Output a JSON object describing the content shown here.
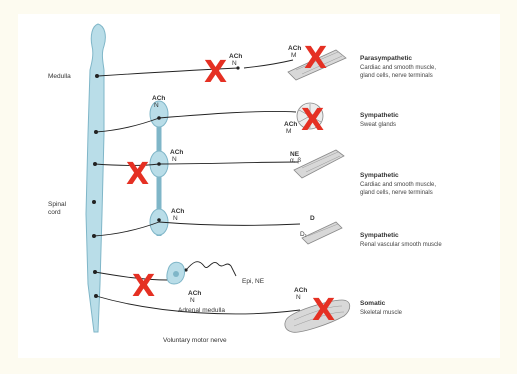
{
  "labels": {
    "medulla": "Medulla",
    "spinal_cord_1": "Spinal",
    "spinal_cord_2": "cord",
    "adrenal": "Adrenal medulla",
    "epi_ne": "Epi, NE",
    "voluntary": "Voluntary motor nerve"
  },
  "receptors": {
    "ach": "ACh",
    "n": "N",
    "m": "M",
    "ne": "NE",
    "alpha_beta": "α, β",
    "d": "D",
    "d1": "D₁"
  },
  "targets": [
    {
      "title": "Parasympathetic",
      "desc1": "Cardiac and smooth muscle,",
      "desc2": "gland cells, nerve terminals"
    },
    {
      "title": "Sympathetic",
      "desc1": "Sweat glands",
      "desc2": ""
    },
    {
      "title": "Sympathetic",
      "desc1": "Cardiac and smooth muscle,",
      "desc2": "gland cells, nerve terminals"
    },
    {
      "title": "Sympathetic",
      "desc1": "Renal vascular smooth muscle",
      "desc2": ""
    },
    {
      "title": "Somatic",
      "desc1": "Skeletal muscle",
      "desc2": ""
    }
  ],
  "marks": {
    "cross": "X"
  },
  "colors": {
    "cross": "#e53023",
    "cord": "#b9dde8",
    "cord_stroke": "#7fb6c8",
    "nerve": "#222222"
  }
}
